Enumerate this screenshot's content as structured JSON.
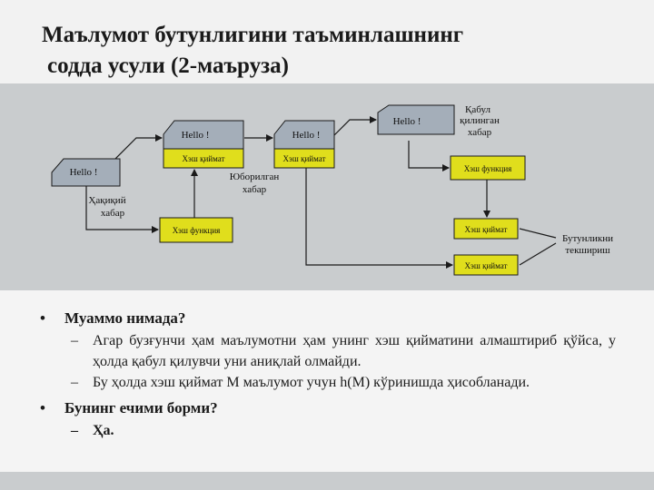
{
  "slide": {
    "title_line1": "Маълумот бутунлигини таъминлашнинг",
    "title_line2": "содда усули (2-маъруза)"
  },
  "diagram": {
    "msg1": "Hello !",
    "msg2": "Hello !",
    "msg3": "Hello !",
    "msg4": "Hello !",
    "hash_value_a": "Хэш қиймат",
    "hash_value_b": "Хэш қиймат",
    "hash_function_a": "Хэш функция",
    "hash_function_b": "Хэш функция",
    "hash_value_c": "Хэш қиймат",
    "hash_value_d": "Хэш қиймат",
    "label_real_l1": "Ҳақиқий",
    "label_real_l2": "хабар",
    "label_sent_l1": "Юборилган",
    "label_sent_l2": "хабар",
    "label_recv_l1": "Қабул",
    "label_recv_l2": "қилинган",
    "label_recv_l3": "хабар",
    "label_check_l1": "Бутунликни",
    "label_check_l2": "текшириш"
  },
  "bullets": {
    "q1": "Муаммо нимада?",
    "q1_sub1": "Агар бузғунчи ҳам маълумотни ҳам унинг хэш қийматини алмаштириб қўйса, у ҳолда қабул қилувчи уни аниқлай олмайди.",
    "q1_sub2": "Бу ҳолда хэш қиймат M маълумот учун h(M) кўринишда ҳисобланади.",
    "q2": "Бунинг ечими борми?",
    "q2_sub1": "Ҳа."
  },
  "colors": {
    "node_fill": "#a4aeb9",
    "hash_fill": "#e0de1c",
    "line": "#1a1a1a"
  }
}
